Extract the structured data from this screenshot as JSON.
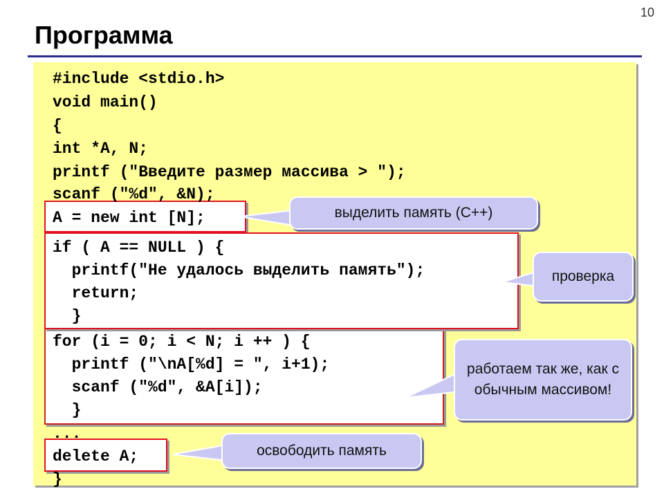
{
  "slide": {
    "number": "10",
    "title": "Программа"
  },
  "code": {
    "line1": "#include <stdio.h>",
    "line2": "void main()",
    "line3": "{",
    "line4": "int *A, N;",
    "line5": "printf (\"Введите размер массива > \");",
    "line6": "scanf (\"%d\", &N);",
    "alloc": "A = new int [N];",
    "check1": "if ( A == NULL ) {",
    "check2": "  printf(\"Не удалось выделить память\");",
    "check3": "  return;",
    "check4": "  }",
    "loop1": "for (i = 0; i < N; i ++ ) {",
    "loop2": "  printf (\"\\nA[%d] = \", i+1);",
    "loop3": "  scanf (\"%d\", &A[i]);",
    "loop4": "  }",
    "ellipsis": "...",
    "delete": "delete A;",
    "close": "}"
  },
  "callouts": {
    "alloc": "выделить память (С++)",
    "check": "проверка",
    "work": "работаем так же, как с обычным массивом!",
    "free": "освободить память"
  },
  "colors": {
    "panel": "#ffff99",
    "callout": "#c8c8f2",
    "frame_red": "#e01020",
    "title_rule": "#2b2b8c"
  }
}
